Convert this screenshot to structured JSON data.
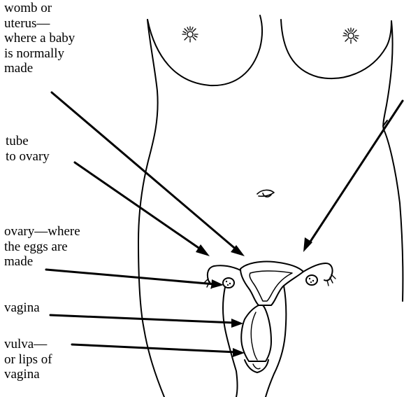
{
  "diagram": {
    "labels": {
      "womb": "womb or\nuterus—\nwhere a baby\nis normally\nmade",
      "tube": "tube\nto ovary",
      "ovary": "ovary—where\nthe eggs are\nmade",
      "vagina": "vagina",
      "vulva": "vulva—\nor lips of\nvagina"
    },
    "colors": {
      "ink": "#000000",
      "background": "#ffffff"
    }
  }
}
